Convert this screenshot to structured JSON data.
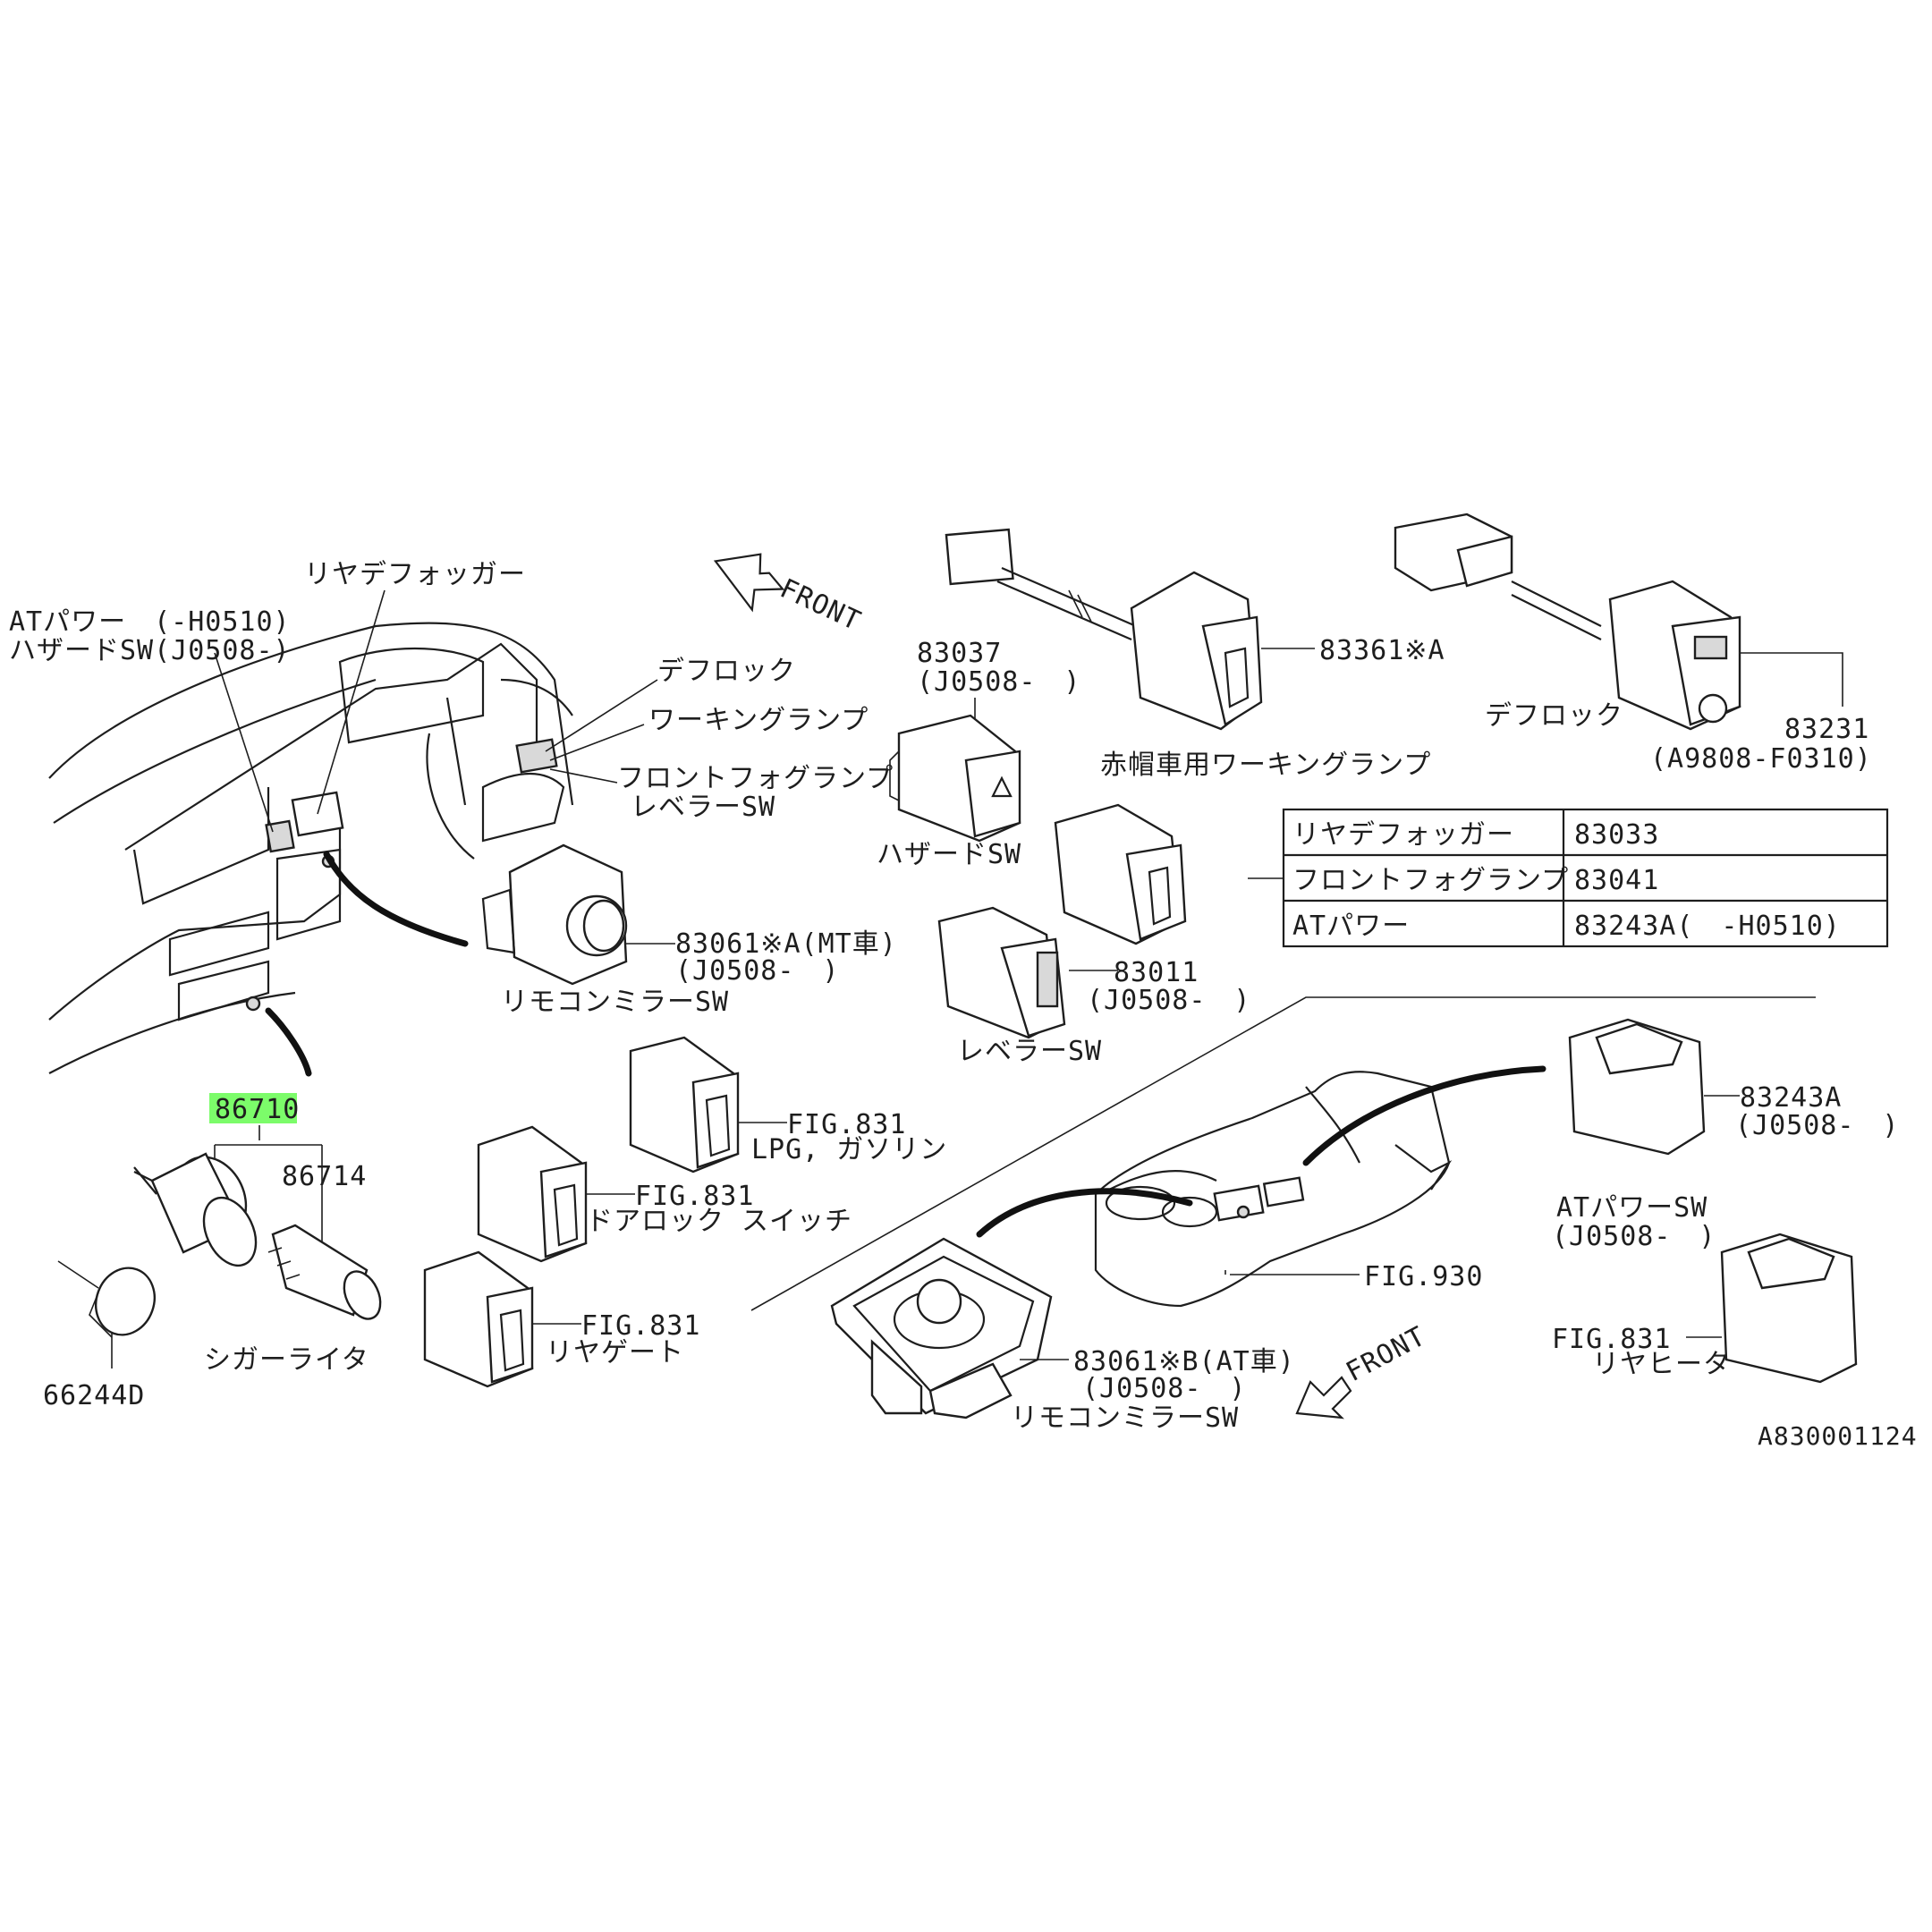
{
  "diagram": {
    "highlight_color": "#7CFC6A",
    "line_color": "#1e1e1e",
    "footer_code": "A830001124",
    "front_arrows": [
      "FRONT",
      "FRONT"
    ],
    "dash_callouts": {
      "rear_defogger": "リヤデフォッガー",
      "at_power": "ATパワー　(-H0510)",
      "hazard_sw": "ハザードSW(J0508-)",
      "def_lock": "デフロック",
      "working_lamp": "ワーキングランプ",
      "front_fog": "フロントフォグランプ",
      "leveler_sw": "レベラーSW"
    },
    "parts": {
      "p86710": "86710",
      "p86714": "86714",
      "p66244d": "66244D",
      "cigar_lighter": "シガーライタ",
      "p83037": "83037",
      "p83037_range": "(J0508-　)",
      "hazard_sw": "ハザードSW",
      "p83361": "83361※A",
      "akabo_lamp": "赤帽車用ワーキングランプ",
      "p83231": "83231",
      "p83231_range": "(A9808-F0310)",
      "def_lock": "デフロック",
      "p83061a": "83061※A(MT車)",
      "p83061a_range": "(J0508-　)",
      "remocon_a": "リモコンミラーSW",
      "p83011": "83011",
      "p83011_range": "(J0508-　)",
      "leveler_sw": "レベラーSW",
      "fig831_lpg": "FIG.831",
      "lpg_label": "LPG, ガソリン",
      "fig831_door": "FIG.831",
      "door_label": "ドアロック スイッチ",
      "fig831_gate": "FIG.831",
      "gate_label": "リヤゲート",
      "p83243a": "83243A",
      "p83243a_range": "(J0508-　)",
      "at_power_sw": "ATパワーSW",
      "at_power_sw_range": "(J0508-　)",
      "fig930": "FIG.930",
      "p83061b": "83061※B(AT車)",
      "p83061b_range": "(J0508-　)",
      "remocon_b": "リモコンミラーSW",
      "fig831_heater": "FIG.831",
      "heater_label": "リヤヒータ"
    },
    "table": {
      "rows": [
        {
          "name": "リヤデフォッガー",
          "code": "83033"
        },
        {
          "name": "フロントフォグランプ",
          "code": "83041"
        },
        {
          "name": "ATパワー",
          "code": "83243A(　-H0510)"
        }
      ]
    }
  }
}
